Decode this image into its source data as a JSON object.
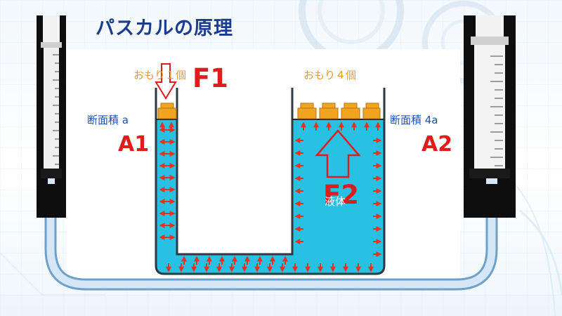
{
  "slide": {
    "title": "パスカルの原理",
    "left_weight_label": "おもり１個",
    "right_weight_label": "おもり４個",
    "left_area_label": "断面積 a",
    "right_area_label": "断面積 4a",
    "labels": {
      "f1": "F1",
      "f2": "F2",
      "a1": "A1",
      "a2": "A2",
      "liquid": "液体"
    }
  },
  "colors": {
    "title": "#1c3d8f",
    "liquid": "#29c1e3",
    "pressure_arrow": "#e8301c",
    "weight": "#f0a41f",
    "label_red": "#e01c1c",
    "syringe_body": "#111111"
  },
  "icons": [
    "down-arrow-icon",
    "up-arrow-icon",
    "weight-block-icon"
  ]
}
